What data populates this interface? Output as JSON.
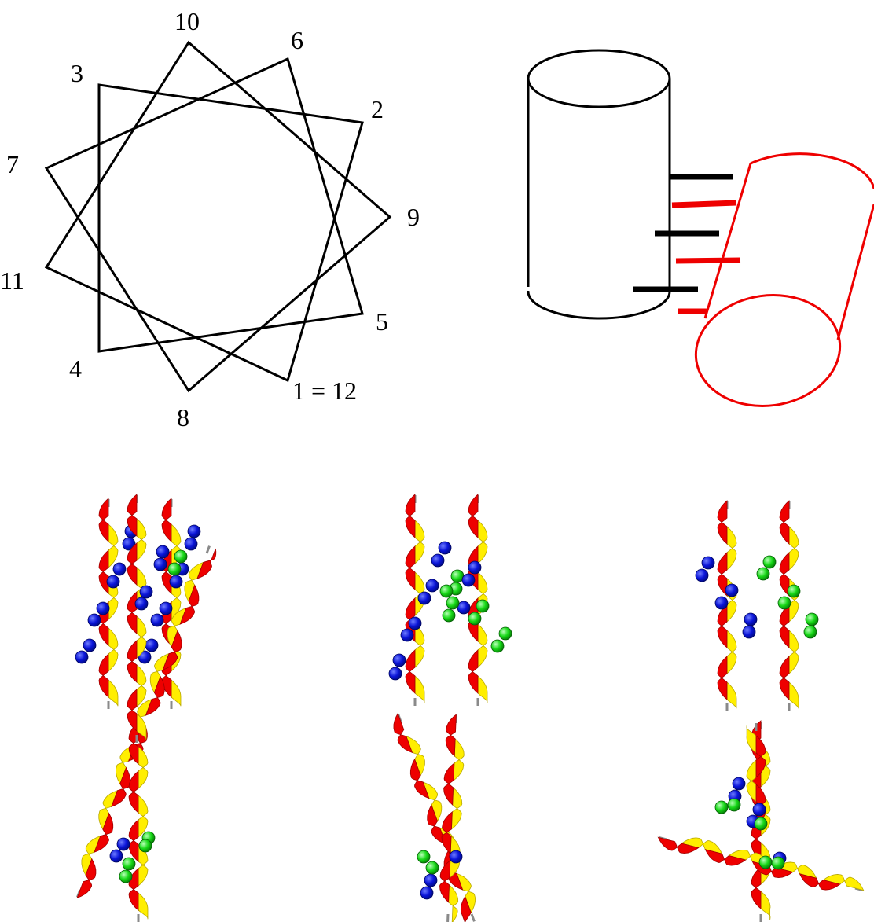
{
  "helical_wheel": {
    "labels": [
      "1 = 12",
      "2",
      "3",
      "4",
      "5",
      "6",
      "7",
      "8",
      "9",
      "10",
      "11"
    ]
  },
  "colors": {
    "outline": "#000000",
    "helix_red": "#ee0000",
    "helix_yellow": "#ffee00",
    "residue_blue": "#0a14d8",
    "residue_green": "#16d816",
    "cylinder_red": "#ee0000"
  },
  "helix_panels": [
    {
      "id": "parallel-blue"
    },
    {
      "id": "parallel-blue-green"
    },
    {
      "id": "parallel-blue-green-2"
    },
    {
      "id": "crossed-left"
    },
    {
      "id": "crossed-middle"
    },
    {
      "id": "crossed-perpendicular"
    }
  ]
}
